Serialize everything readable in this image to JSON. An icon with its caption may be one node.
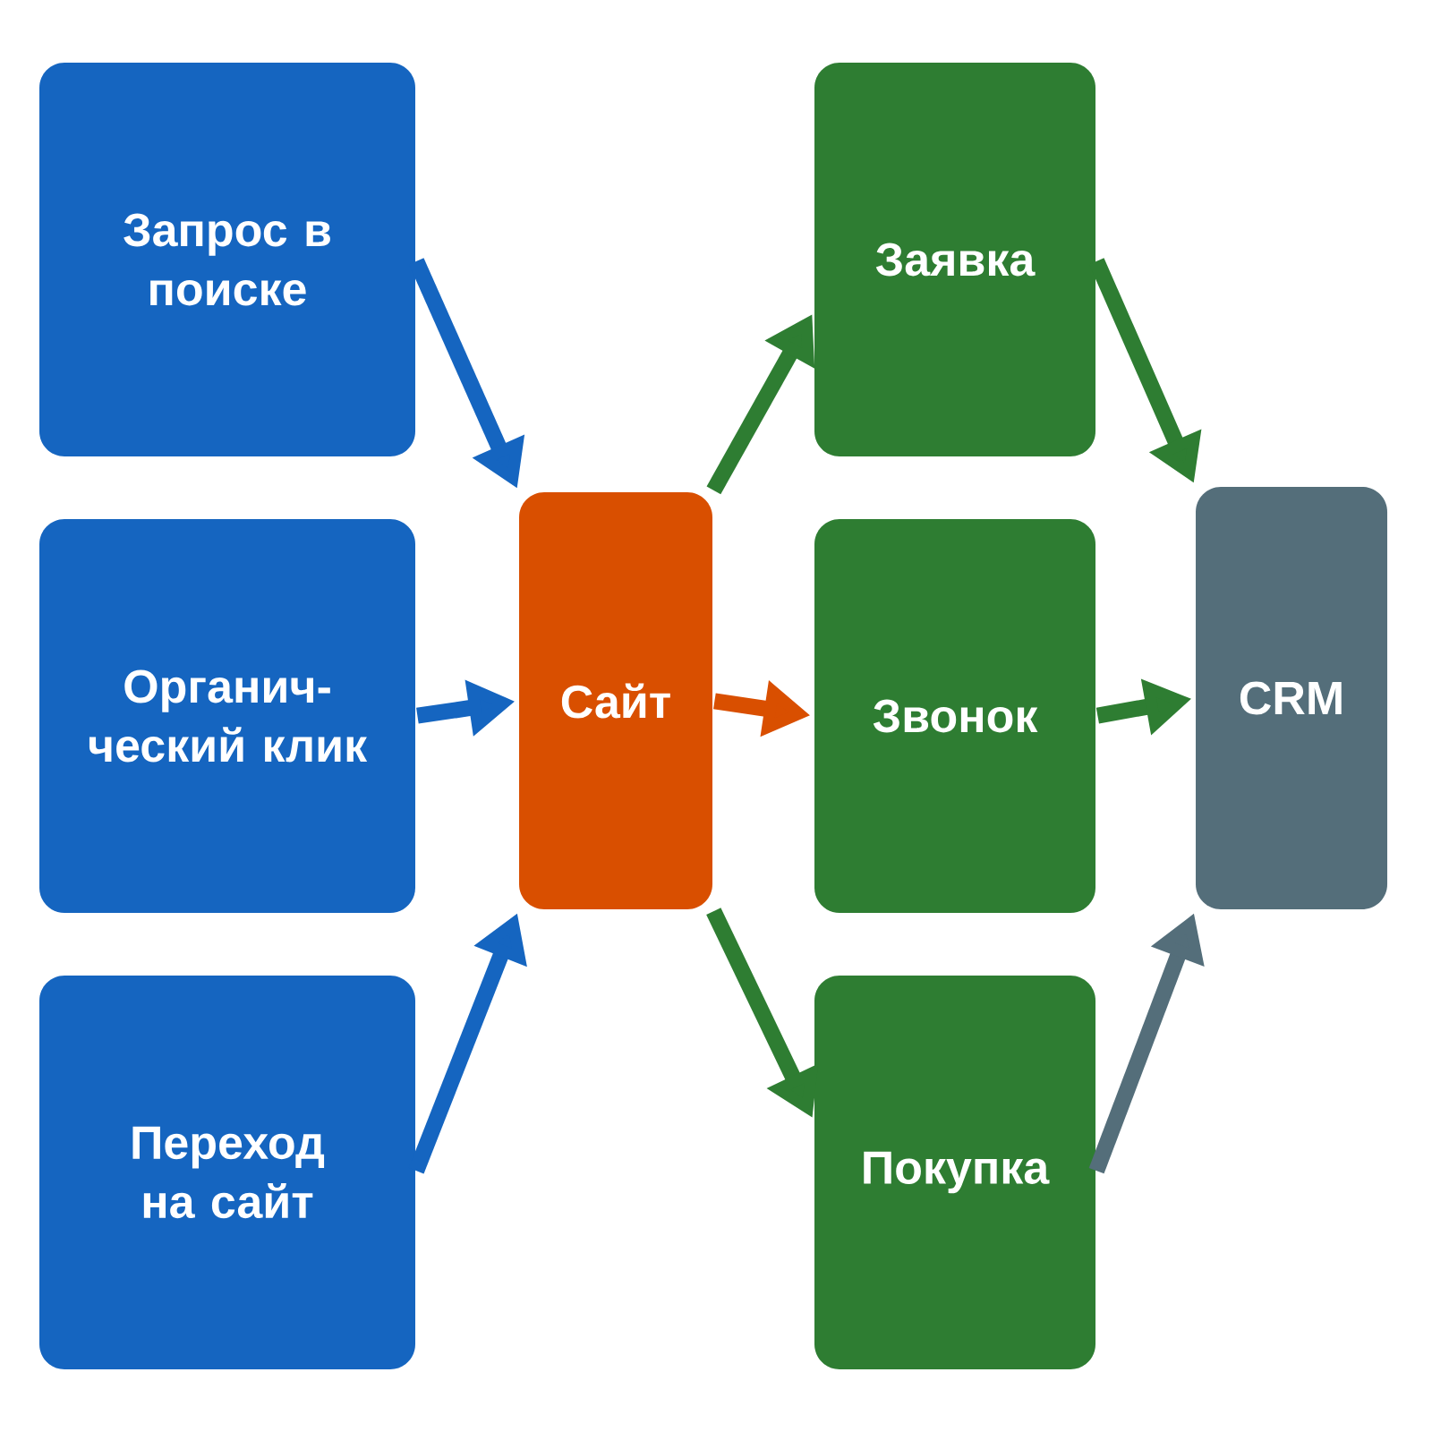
{
  "diagram": {
    "nodes": [
      {
        "text": [
          "Запрос в поиске"
        ]
      },
      {
        "text": [
          "Органич- ческий клик"
        ]
      },
      {
        "text": [
          "Переход на сайт"
        ]
      },
      {
        "text": [
          "Сайт"
        ]
      },
      {
        "text": [
          "Заявка"
        ]
      },
      {
        "text": [
          "Звонок"
        ]
      },
      {
        "text": [
          "Покупка"
        ]
      },
      {
        "text": [
          "CRM"
        ]
      }
    ],
    "edges": [
      {
        "from": 0,
        "to": 3,
        "arrow": "to",
        "color": "#1565c0"
      },
      {
        "from": 1,
        "to": 3,
        "arrow": "to",
        "color": "#1565c0"
      },
      {
        "from": 2,
        "to": 3,
        "arrow": "to",
        "color": "#1565c0"
      },
      {
        "from": 3,
        "to": 4,
        "arrow": "to"
      },
      {
        "from": 3,
        "to": 5,
        "arrow": "to",
        "color": "#d94f00"
      },
      {
        "from": 3,
        "to": 6,
        "arrow": "to"
      },
      {
        "from": 4,
        "to": 7,
        "arrow": "to"
      },
      {
        "from": 5,
        "to": 7,
        "arrow": "to"
      },
      {
        "from": 6,
        "to": 7,
        "arrow": "to",
        "color": "#546e7a"
      }
    ]
  }
}
